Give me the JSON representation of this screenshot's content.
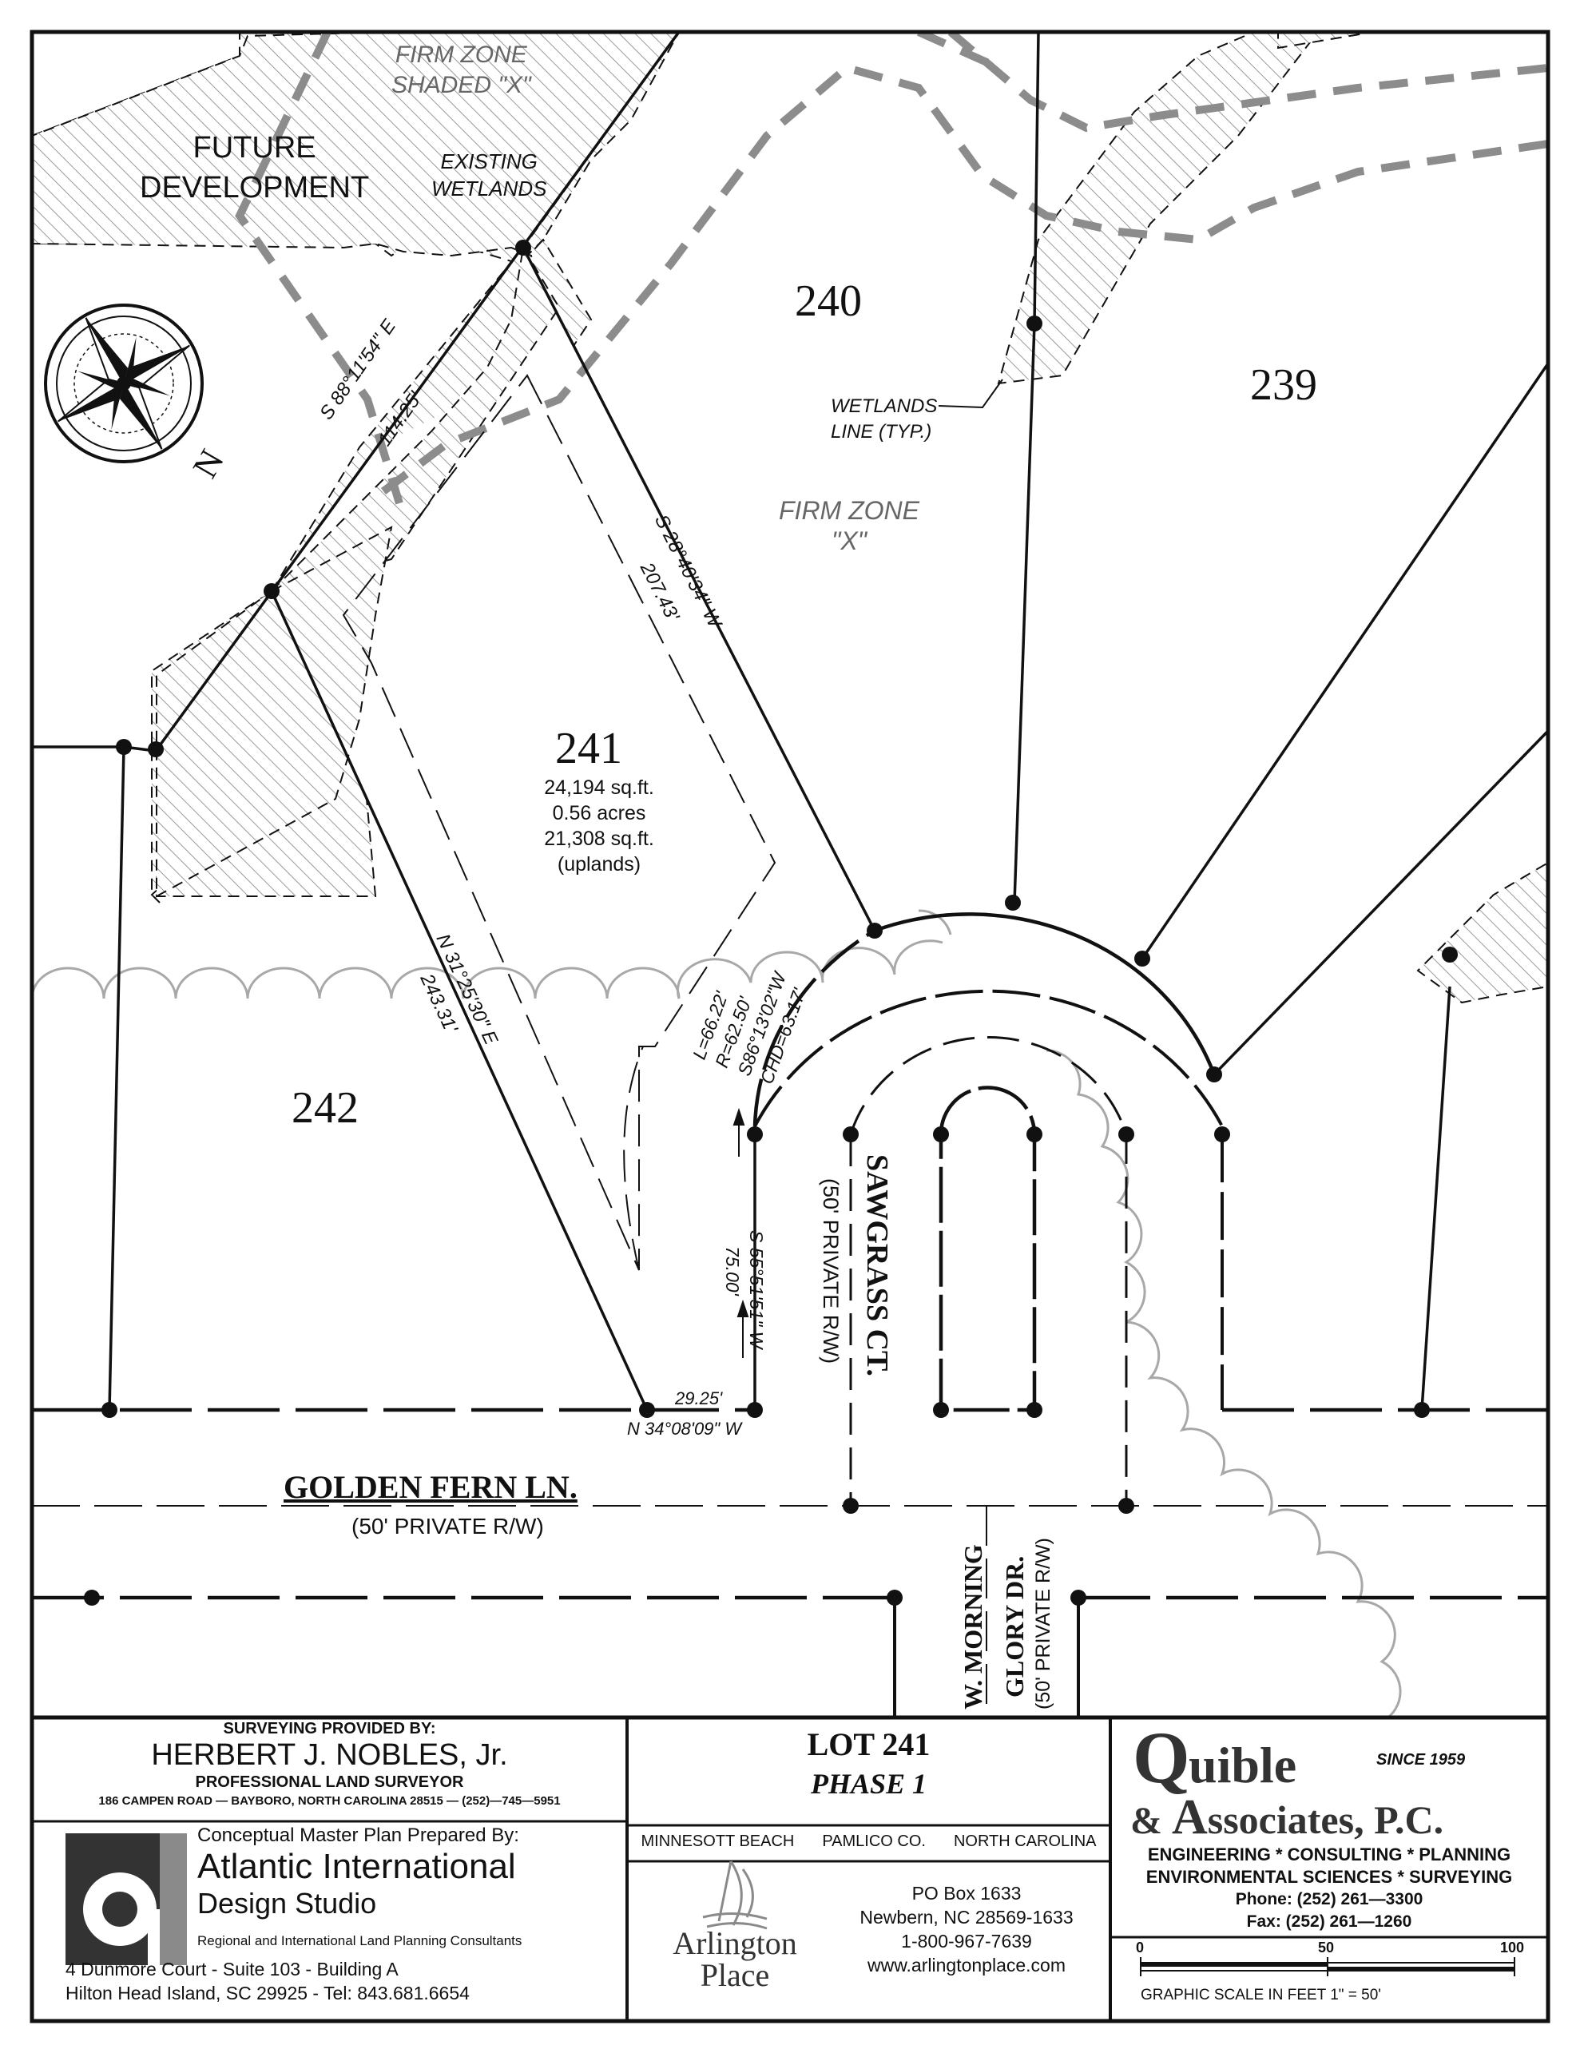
{
  "plan": {
    "labels": {
      "firm_zone_shaded": [
        "FIRM ZONE",
        "SHADED \"X\""
      ],
      "future_development": [
        "FUTURE",
        "DEVELOPMENT"
      ],
      "existing_wetlands": [
        "EXISTING",
        "WETLANDS"
      ],
      "wetlands_line": [
        "WETLANDS",
        "LINE (TYP.)"
      ],
      "firm_zone_x": [
        "FIRM ZONE",
        "\"X\""
      ],
      "north": "N"
    },
    "lots": {
      "lot_240": "240",
      "lot_239": "239",
      "lot_241": "241",
      "lot_241_area": [
        "24,194  sq.ft.",
        "0.56  acres",
        "21,308  sq.ft.",
        "(uplands)"
      ],
      "lot_242": "242"
    },
    "bearings": {
      "s88": "S 88°11'54\" E",
      "d114": "114.25'",
      "s28": "S 28°40'34\" W",
      "d207": "207.43'",
      "n31": "N 31°25'30\" E",
      "d243": "243.31'",
      "s55": "S 55°51'51\" W",
      "d75": "75.00'",
      "d29": "29.25'",
      "n34": "N 34°08'09\" W",
      "curve": [
        "L=66.22'",
        "R=62.50'",
        "S86°13'02\"W",
        "CHD=63.17'"
      ]
    },
    "streets": {
      "golden_fern": "GOLDEN  FERN  LN.",
      "golden_fern_rw": "(50'  PRIVATE  R/W)",
      "sawgrass": "SAWGRASS  CT.",
      "sawgrass_rw": "(50'  PRIVATE  R/W)",
      "morning_glory_1": "W. MORNING",
      "morning_glory_2": "GLORY DR.",
      "morning_glory_rw": "(50'  PRIVATE  R/W)"
    }
  },
  "title_block": {
    "surveyor": {
      "provided_by": "SURVEYING  PROVIDED  BY:",
      "name": "HERBERT  J.  NOBLES,  Jr.",
      "title": "PROFESSIONAL  LAND  SURVEYOR",
      "address": "186  CAMPEN  ROAD  —  BAYBORO,  NORTH  CAROLINA  28515  —  (252)—745—5951"
    },
    "lot": {
      "lot_label": "LOT  241",
      "phase": "PHASE  1",
      "location": [
        "MINNESOTT  BEACH",
        "PAMLICO  CO.",
        "NORTH  CAROLINA"
      ]
    },
    "designer": {
      "prepared_by": "Conceptual Master Plan Prepared By:",
      "name_1": "Atlantic International",
      "name_2": "Design Studio",
      "tagline": "Regional and International Land Planning Consultants",
      "address_1": "4 Dunmore Court - Suite 103 - Building A",
      "address_2": "Hilton Head Island, SC  29925 - Tel:  843.681.6654",
      "logo_letters": "ai"
    },
    "arlington": {
      "logo_1": "Arlington",
      "logo_2": "Place",
      "address": [
        "PO Box 1633",
        "Newbern, NC 28569-1633",
        "1-800-967-7639",
        "www.arlingtonplace.com"
      ]
    },
    "engineer": {
      "name_q": "Q",
      "name_rest": "uible",
      "since": "SINCE  1959",
      "amp": "& ",
      "assoc_a": "A",
      "assoc_rest": "ssociates, P.C.",
      "services_1": "ENGINEERING  *  CONSULTING  *  PLANNING",
      "services_2": "ENVIRONMENTAL  SCIENCES  *  SURVEYING",
      "phone": "Phone:  (252)  261—3300",
      "fax": "Fax:  (252)  261—1260"
    },
    "scale": {
      "ticks": [
        "0",
        "50",
        "100"
      ],
      "caption": "GRAPHIC  SCALE  IN  FEET  1\"  =  50'"
    }
  },
  "colors": {
    "ink": "#111111",
    "wetland_dash": "#8c8c8c",
    "hatch": "#9a9a9a",
    "scallop": "#a8a8a8",
    "logo_dark": "#333333",
    "logo_mid": "#8a8a8a"
  }
}
